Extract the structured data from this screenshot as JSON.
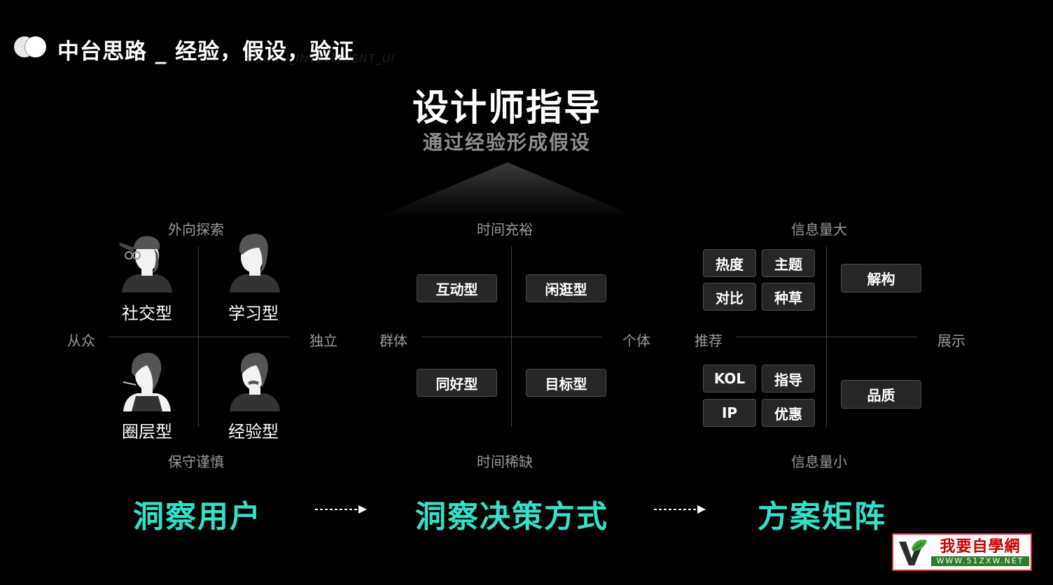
{
  "header": {
    "title": "中台思路 _ 经验，假设，验证",
    "subtitle": "SOUKU_INTELLIGENT_UI"
  },
  "main": {
    "title": "设计师指导",
    "subtitle": "通过经验形成假设"
  },
  "matrix_users": {
    "top": "外向探索",
    "bottom": "保守谨慎",
    "left": "从众",
    "right": "独立",
    "personas": [
      {
        "label": "社交型",
        "icon": "person-cap-glasses-icon"
      },
      {
        "label": "学习型",
        "icon": "person-hair-icon"
      },
      {
        "label": "圈层型",
        "icon": "person-cigarette-icon"
      },
      {
        "label": "经验型",
        "icon": "person-mustache-icon"
      }
    ]
  },
  "matrix_decision": {
    "top": "时间充裕",
    "bottom": "时间稀缺",
    "left": "群体",
    "right": "个体",
    "chips": [
      "互动型",
      "闲逛型",
      "同好型",
      "目标型"
    ]
  },
  "matrix_solution": {
    "top": "信息量大",
    "bottom": "信息量小",
    "left": "推荐",
    "right": "展示",
    "top_chips": [
      "热度",
      "主题",
      "对比",
      "种草"
    ],
    "top_right_chip": "解构",
    "bottom_chips": [
      "KOL",
      "指导",
      "IP",
      "优惠"
    ],
    "bottom_right_chip": "品质"
  },
  "flow": {
    "steps": [
      "洞察用户",
      "洞察决策方式",
      "方案矩阵"
    ],
    "accent_color": "#34e0c8"
  },
  "watermark": {
    "text": "我要自學網",
    "url": "WWW.51ZXW.NET"
  }
}
